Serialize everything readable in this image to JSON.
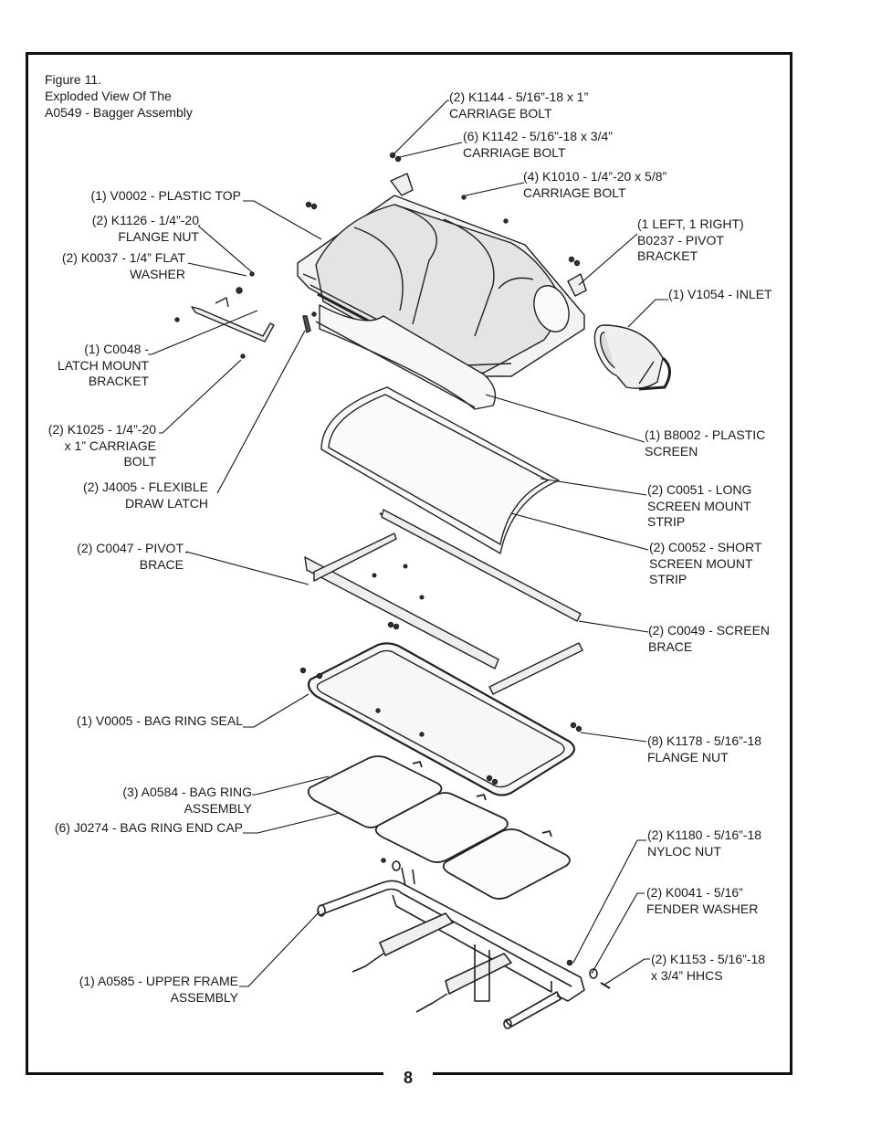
{
  "figure": {
    "caption": [
      "Figure 11.",
      "Exploded View Of The",
      "A0549 - Bagger Assembly"
    ]
  },
  "page_number": "8",
  "callouts": {
    "k1144": [
      "(2) K1144 - 5/16”-18 x 1”",
      "CARRIAGE BOLT"
    ],
    "k1142": [
      "(6) K1142 - 5/16”-18 x 3/4”",
      "CARRIAGE BOLT"
    ],
    "k1010": [
      "(4) K1010 - 1/4”-20 x 5/8”",
      "CARRIAGE BOLT"
    ],
    "v0002": [
      "(1) V0002 - PLASTIC TOP"
    ],
    "k1126": [
      "(2) K1126 - 1/4”-20",
      "FLANGE NUT"
    ],
    "k0037": [
      "(2) K0037 - 1/4” FLAT",
      "WASHER"
    ],
    "b0237": [
      "(1 LEFT, 1 RIGHT)",
      "B0237 - PIVOT",
      "BRACKET"
    ],
    "v1054": [
      "(1) V1054 - INLET"
    ],
    "c0048": [
      "(1) C0048 -",
      "LATCH MOUNT",
      "BRACKET"
    ],
    "k1025": [
      "(2) K1025 - 1/4”-20",
      "x 1” CARRIAGE",
      "BOLT"
    ],
    "j4005": [
      "(2) J4005 - FLEXIBLE",
      "DRAW LATCH"
    ],
    "b8002": [
      "(1) B8002 - PLASTIC",
      "SCREEN"
    ],
    "c0051": [
      "(2) C0051 - LONG",
      "SCREEN MOUNT",
      "STRIP"
    ],
    "c0047": [
      "(2) C0047 - PIVOT",
      "BRACE"
    ],
    "c0052": [
      "(2) C0052 - SHORT",
      "SCREEN MOUNT",
      "STRIP"
    ],
    "c0049": [
      "(2) C0049 - SCREEN",
      "BRACE"
    ],
    "v0005": [
      "(1) V0005 - BAG RING SEAL"
    ],
    "k1178": [
      "(8) K1178 - 5/16”-18",
      "FLANGE NUT"
    ],
    "a0584": [
      "(3) A0584 - BAG RING",
      "ASSEMBLY"
    ],
    "j0274": [
      "(6) J0274 - BAG RING END CAP"
    ],
    "k1180": [
      "(2) K1180 - 5/16”-18",
      "NYLOC NUT"
    ],
    "k0041": [
      "(2) K0041 - 5/16”",
      "FENDER WASHER"
    ],
    "k1153": [
      "(2) K1153 - 5/16”-18",
      "x 3/4” HHCS"
    ],
    "a0585": [
      "(1) A0585 - UPPER FRAME",
      "ASSEMBLY"
    ]
  }
}
